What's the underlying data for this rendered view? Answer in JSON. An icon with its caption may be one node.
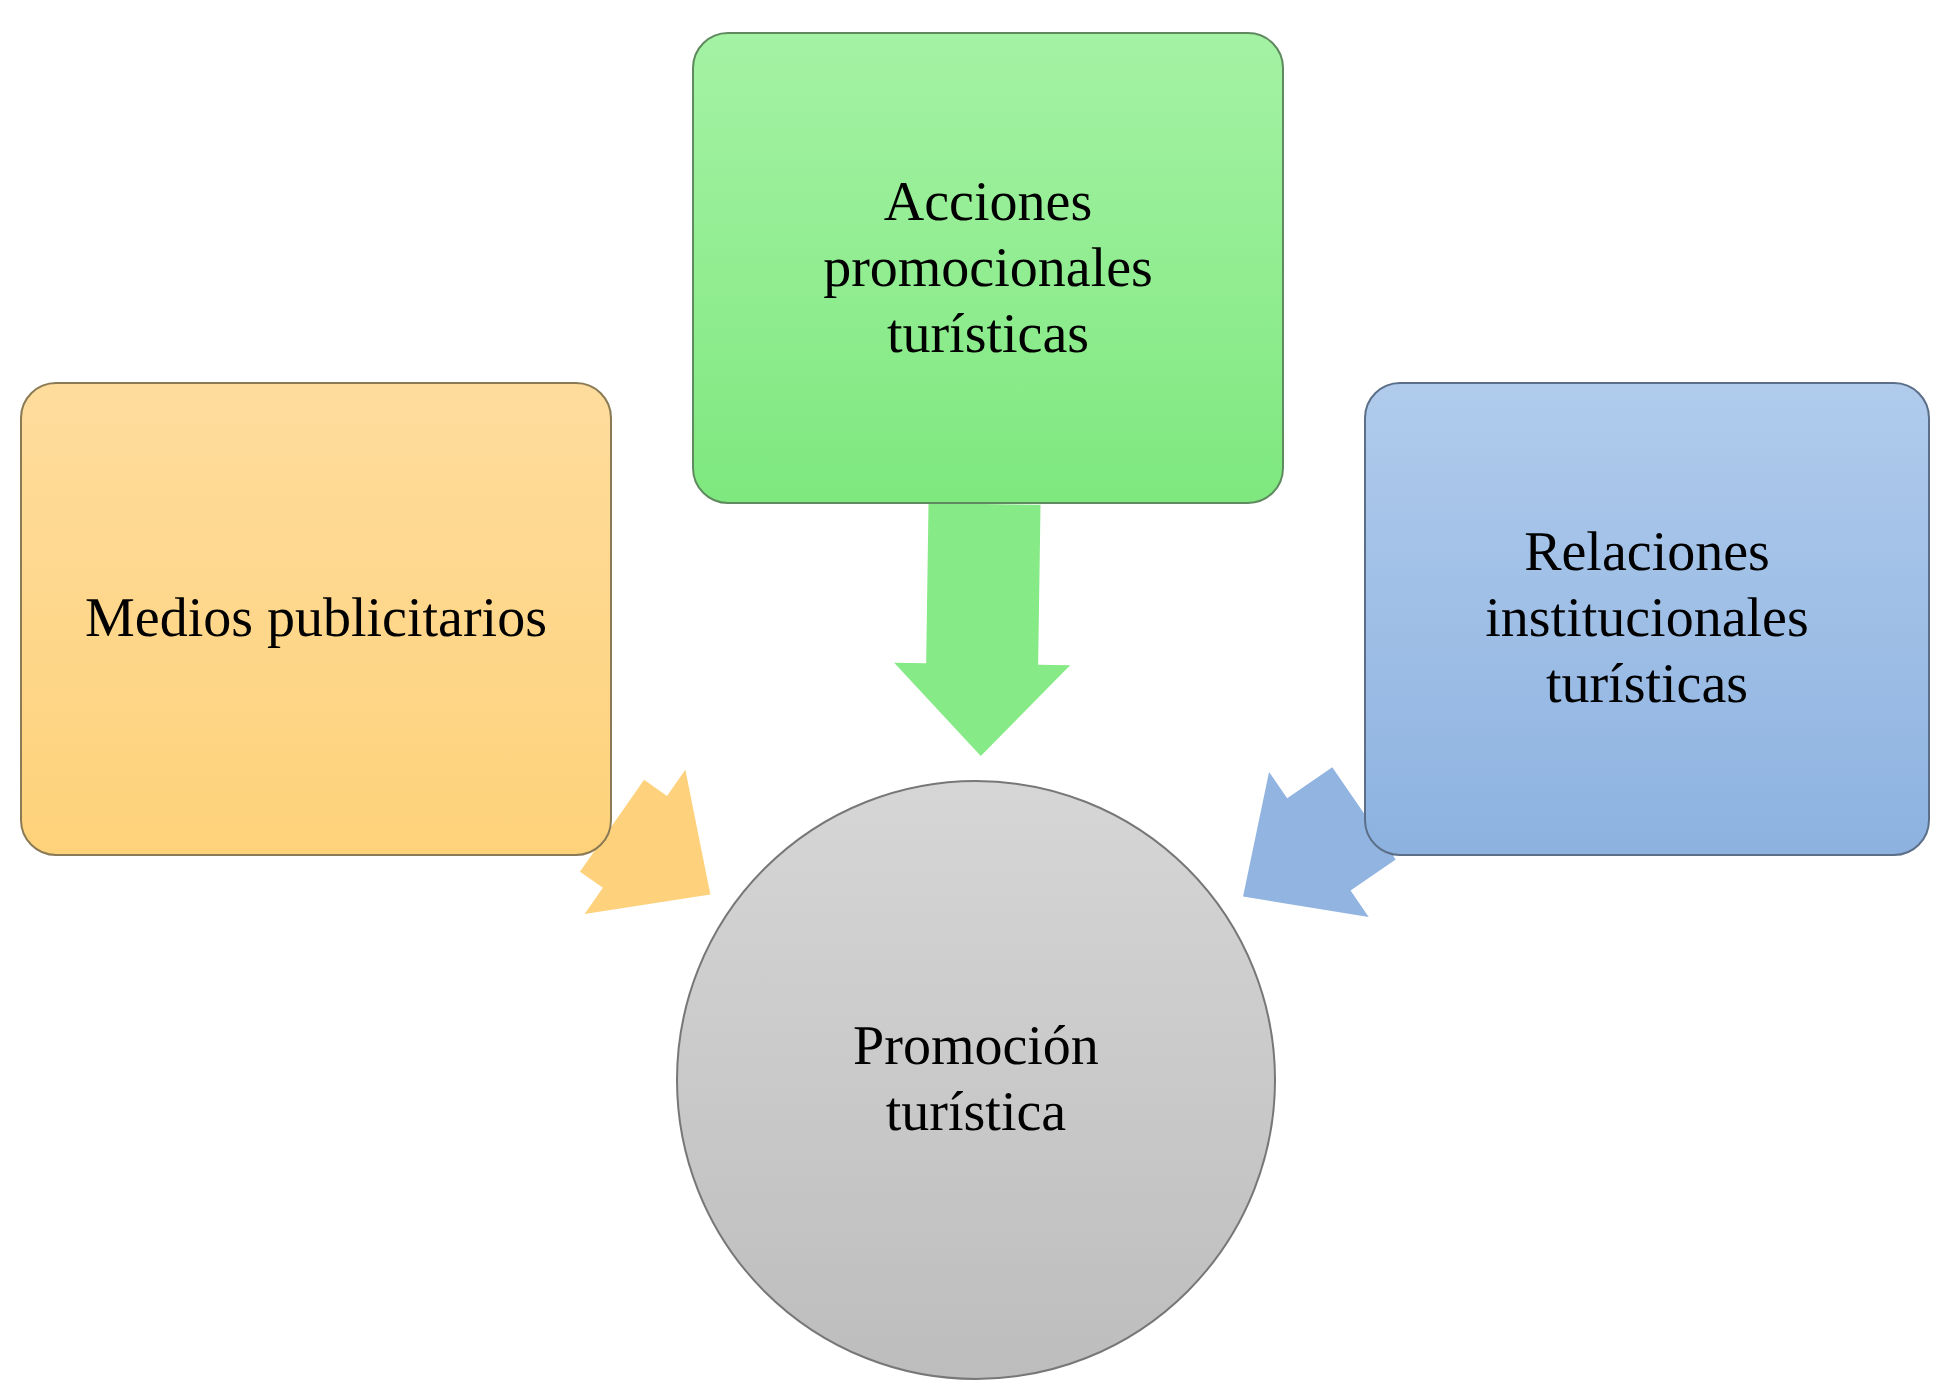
{
  "diagram": {
    "nodes": [
      {
        "text": [
          "Medios publicitarios"
        ]
      },
      {
        "text": [
          "Acciones promocionales turísticas"
        ]
      },
      {
        "text": [
          "Relaciones institucionales turísticas"
        ]
      },
      {
        "text": [
          "Promoción turística"
        ]
      }
    ],
    "edges": [
      {
        "from": 0,
        "to": 3,
        "arrow": "to",
        "style": "thick",
        "color": "#fed27c"
      },
      {
        "from": 1,
        "to": 3,
        "arrow": "to",
        "style": "thick",
        "color": "#86ea86"
      },
      {
        "from": 2,
        "to": 3,
        "arrow": "to",
        "style": "thick",
        "color": "#92b4e0"
      }
    ]
  }
}
